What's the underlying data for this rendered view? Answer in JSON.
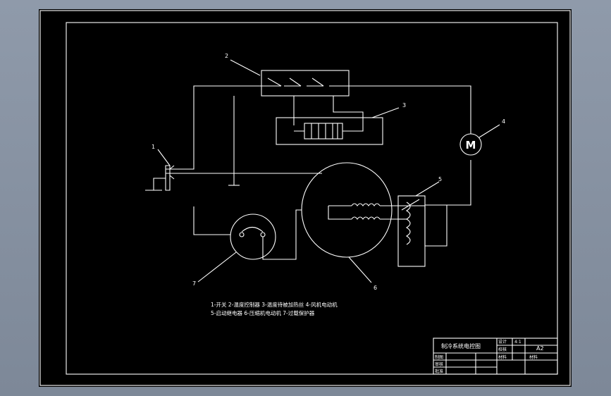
{
  "drawing": {
    "callouts": [
      "1",
      "2",
      "3",
      "4",
      "5",
      "6",
      "7"
    ],
    "motor_symbol": "M",
    "legend": {
      "line1": "1-开关   2-温度控制器   3-温度待被加热丝   4-风机电动机",
      "line2": "5-启动继电器   6-压缩机电动机   7-过载保护器"
    }
  },
  "title_block": {
    "title": "制冷系统电控图",
    "label_design": "设计",
    "value_design": "4:1",
    "label_check": "校核",
    "label_draw": "制图",
    "label_review": "审核",
    "label_approve": "批准",
    "label_material": "材料",
    "sheet_size": "A2"
  },
  "colors": {
    "background_outer": "#8a96a6",
    "sheet": "#000000",
    "lines": "#ffffff"
  }
}
